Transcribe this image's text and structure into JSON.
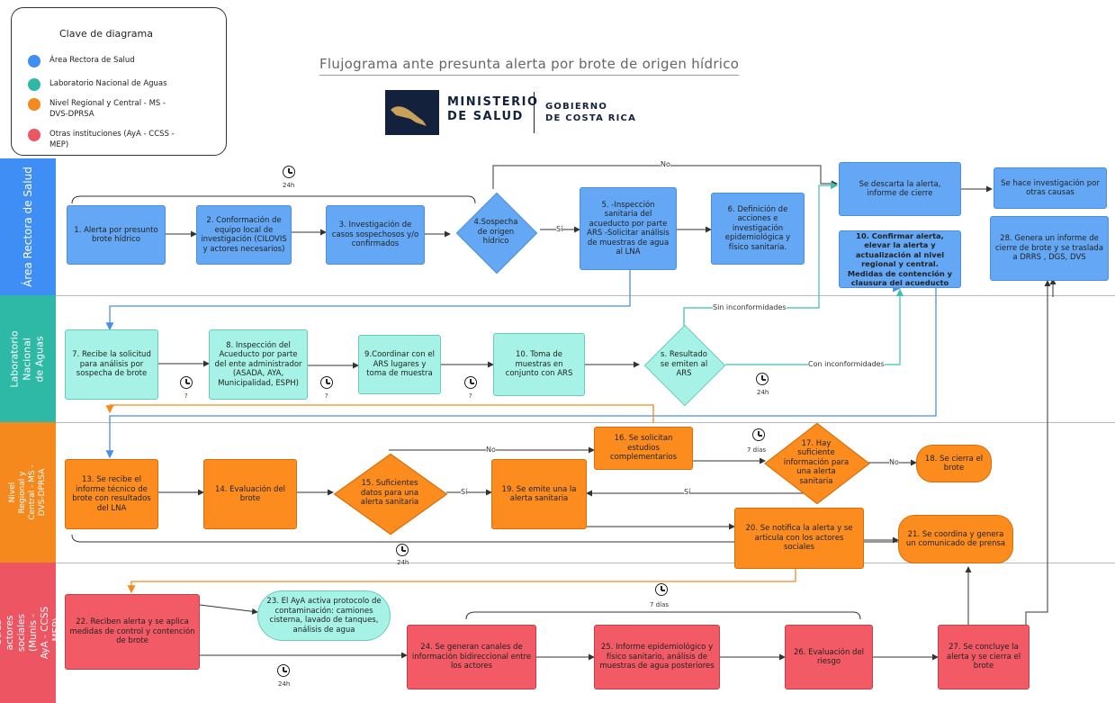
{
  "legend": {
    "title": "Clave de diagrama",
    "items": [
      {
        "label": "Área Rectora de Salud",
        "color": "#3f8ef5"
      },
      {
        "label": "Laboratorio Nacional de Aguas",
        "color": "#2eb8a6"
      },
      {
        "label": "Nivel Regional y Central - MS - DVS-DPRSA",
        "color": "#f5891e"
      },
      {
        "label": "Otras instituciones (AyA - CCSS - MEP)",
        "color": "#ee5563"
      }
    ]
  },
  "title": "Flujograma ante presunta alerta por brote de origen hídrico",
  "logo": {
    "line1": "MINISTERIO",
    "line2": "DE SALUD",
    "gob1": "GOBIERNO",
    "gob2": "DE COSTA RICA"
  },
  "lanes": [
    {
      "label": "Área Rectora de Salud",
      "color": "#3f8ef5"
    },
    {
      "label": "Laboratorio Nacional de Aguas",
      "color": "#2eb8a6"
    },
    {
      "label": "Nivel Regional y Central - MS - DVS-DPRSA",
      "color": "#f5891e"
    },
    {
      "label": "Otras actores sociales (Munis - AyA - CCSS - MEP)",
      "color": "#ee5563"
    }
  ],
  "nodes": {
    "n1": "1. Alerta por presunto brote hídrico",
    "n2": "2. Conformación de equipo local de investigación (CILOVIS y actores necesarios)",
    "n3": "3. Investigación de casos sospechosos y/o confirmados",
    "n4": "4.Sospecha de origen hídrico",
    "n5": "5. -Inspección sanitaria del acueducto por parte ARS -Solicitar análisis de muestras de agua al LNA",
    "n6": "6. Definición de acciones e investigación epidemiológica y físico sanitaria.",
    "discard": "Se descarta la alerta, informe de cierre",
    "other": "Se hace investigación por otras causas",
    "n10c": "10. Confirmar alerta, elevar la alerta y actualización al nivel regional y central. Medidas de contención y clausura del acueducto",
    "n28": "28. Genera un informe de cierre de brote y se traslada a DRRS , DGS, DVS",
    "n7": "7. Recibe la solicitud para análisis por sospecha de brote",
    "n8": "8. Inspección del Acueducto por parte del ente administrador (ASADA, AYA, Municipalidad, ESPH)",
    "n9": "9.Coordinar con el ARS lugares y toma de muestra",
    "n10": "10. Toma de muestras en conjunto con ARS",
    "n11": "s. Resultado se emiten al ARS",
    "n13": "13. Se recibe el informe técnico de brote con resultados del LNA",
    "n14": "14. Evaluación del brote",
    "n15": "15. Suficientes datos para una alerta sanitaria",
    "n16": "16. Se solicitan estudios complementarios",
    "n17": "17. Hay suficiente información para una alerta sanitaria",
    "n18": "18. Se cierra el brote",
    "n19": "19. Se emite una la alerta sanitaria",
    "n20": "20. Se notifica la alerta y se articula con los actores sociales",
    "n21": "21. Se coordina y genera un comunicado de prensa",
    "n22": "22. Reciben alerta y se aplica medidas de control y contención de brote",
    "n23": "23. El AyA activa protocolo de contaminación: camiones cisterna, lavado de tanques, análisis de agua",
    "n24": "24. Se generan canales de información bidireccional entre los actores",
    "n25": "25. Informe epidemiológico y físico sanitario, análisis de muestras de agua posteriores",
    "n26": "26. Evaluación del riesgo",
    "n27": "27. Se concluye la alerta y se cierra el brote"
  },
  "labels": {
    "no": "No",
    "si": "Sí",
    "sin": "Sin inconformidades",
    "con": "Con inconformidades",
    "h24": "24h",
    "q": "?",
    "d7": "7 días"
  }
}
